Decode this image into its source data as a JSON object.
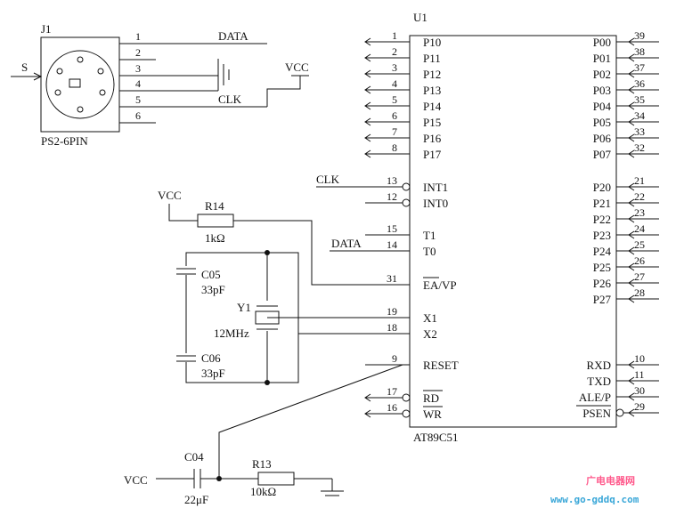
{
  "chip": {
    "ref": "U1",
    "part": "AT89C51",
    "left_pins": [
      {
        "num": "1",
        "name": "P10"
      },
      {
        "num": "2",
        "name": "P11"
      },
      {
        "num": "3",
        "name": "P12"
      },
      {
        "num": "4",
        "name": "P13"
      },
      {
        "num": "5",
        "name": "P14"
      },
      {
        "num": "6",
        "name": "P15"
      },
      {
        "num": "7",
        "name": "P16"
      },
      {
        "num": "8",
        "name": "P17"
      },
      {
        "num": "13",
        "name": "INT1"
      },
      {
        "num": "12",
        "name": "INT0"
      },
      {
        "num": "15",
        "name": "T1"
      },
      {
        "num": "14",
        "name": "T0"
      },
      {
        "num": "31",
        "name": "EA/VP"
      },
      {
        "num": "19",
        "name": "X1"
      },
      {
        "num": "18",
        "name": "X2"
      },
      {
        "num": "9",
        "name": "RESET"
      },
      {
        "num": "17",
        "name": "RD"
      },
      {
        "num": "16",
        "name": "WR"
      }
    ],
    "right_pins": [
      {
        "num": "39",
        "name": "P00"
      },
      {
        "num": "38",
        "name": "P01"
      },
      {
        "num": "37",
        "name": "P02"
      },
      {
        "num": "36",
        "name": "P03"
      },
      {
        "num": "35",
        "name": "P04"
      },
      {
        "num": "34",
        "name": "P05"
      },
      {
        "num": "33",
        "name": "P06"
      },
      {
        "num": "32",
        "name": "P07"
      },
      {
        "num": "21",
        "name": "P20"
      },
      {
        "num": "22",
        "name": "P21"
      },
      {
        "num": "23",
        "name": "P22"
      },
      {
        "num": "24",
        "name": "P23"
      },
      {
        "num": "25",
        "name": "P24"
      },
      {
        "num": "26",
        "name": "P25"
      },
      {
        "num": "27",
        "name": "P26"
      },
      {
        "num": "28",
        "name": "P27"
      },
      {
        "num": "10",
        "name": "RXD"
      },
      {
        "num": "11",
        "name": "TXD"
      },
      {
        "num": "30",
        "name": "ALE/P"
      },
      {
        "num": "29",
        "name": "PSEN"
      }
    ]
  },
  "connector": {
    "ref": "J1",
    "part": "PS2-6PIN",
    "shield_label": "S",
    "pins": [
      "1",
      "2",
      "3",
      "4",
      "5",
      "6"
    ],
    "net_data": "DATA",
    "net_vcc": "VCC",
    "net_clk": "CLK"
  },
  "nets": {
    "clk": "CLK",
    "data": "DATA"
  },
  "components": {
    "r14": {
      "ref": "R14",
      "value": "1kΩ",
      "supply": "VCC"
    },
    "c05": {
      "ref": "C05",
      "value": "33pF"
    },
    "c06": {
      "ref": "C06",
      "value": "33pF"
    },
    "y1": {
      "ref": "Y1",
      "value": "12MHz"
    },
    "c04": {
      "ref": "C04",
      "value": "22μF",
      "supply": "VCC"
    },
    "r13": {
      "ref": "R13",
      "value": "10kΩ"
    }
  },
  "watermark": {
    "line1": "广电电器网",
    "line2": "www.go-gddq.com"
  }
}
